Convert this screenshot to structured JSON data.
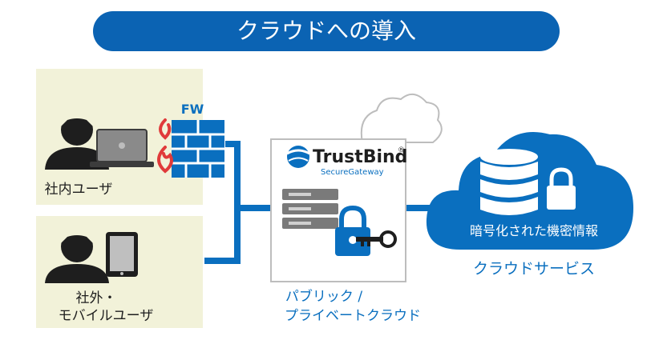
{
  "title": "クラウドへの導入",
  "labels": {
    "internal_user": "社内ユーザ",
    "external_user_line1": "社外・",
    "external_user_line2": "モバイルユーザ",
    "firewall": "FW",
    "public_private_line1": "パブリック /",
    "public_private_line2": "プライベートクラウド",
    "encrypted_info": "暗号化された機密情報",
    "cloud_service": "クラウドサービス"
  },
  "brand": {
    "name": "TrustBind",
    "registered": "®",
    "subtitle": "SecureGateway"
  },
  "colors": {
    "banner": "#0b63b3",
    "primary_blue": "#0a6fbf",
    "panel": "#f2f2d9",
    "dark": "#1e1e1e",
    "flame": "#e03a3a"
  }
}
